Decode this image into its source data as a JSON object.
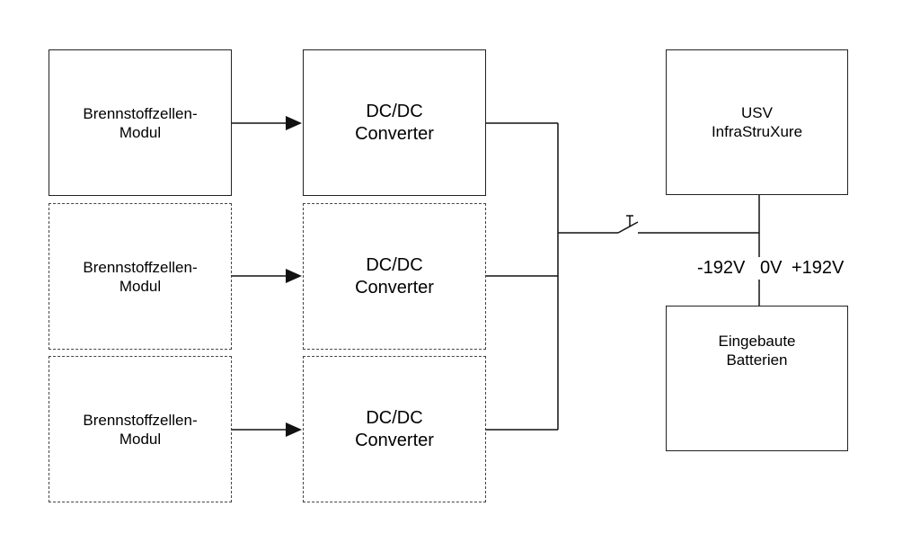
{
  "fuel_cell_modules": [
    {
      "line1": "Brennstoffzellen-",
      "line2": "Modul"
    },
    {
      "line1": "Brennstoffzellen-",
      "line2": "Modul"
    },
    {
      "line1": "Brennstoffzellen-",
      "line2": "Modul"
    }
  ],
  "converters": [
    {
      "line1": "DC/DC",
      "line2": "Converter"
    },
    {
      "line1": "DC/DC",
      "line2": "Converter"
    },
    {
      "line1": "DC/DC",
      "line2": "Converter"
    }
  ],
  "ups": {
    "line1": "USV",
    "line2": "InfraStruXure"
  },
  "battery": {
    "line1": "Eingebaute",
    "line2": "Batterien"
  },
  "voltages": {
    "neg": "-192V",
    "zero": "0V",
    "pos": "+192V"
  }
}
